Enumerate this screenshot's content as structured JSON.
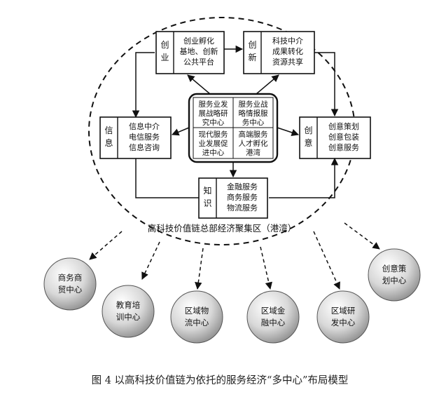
{
  "boxes": {
    "chuangye": {
      "tag": [
        "创",
        "业"
      ],
      "lines": [
        "创业孵化",
        "基地、创新",
        "公共平台"
      ]
    },
    "chuangxin": {
      "tag": [
        "创",
        "新"
      ],
      "lines": [
        "科技中介",
        "成果转化",
        "资源共享"
      ]
    },
    "xinxi": {
      "tag": [
        "信",
        "息"
      ],
      "lines": [
        "信息中介",
        "电信服务",
        "信息咨询"
      ]
    },
    "chuangyi": {
      "tag": [
        "创",
        "意"
      ],
      "lines": [
        "创意策划",
        "创意包装",
        "创意服务"
      ]
    },
    "zhishi": {
      "tag": [
        "知",
        "识"
      ],
      "lines": [
        "金融服务",
        "商务服务",
        "物流服务"
      ]
    }
  },
  "center_grid": {
    "cells": [
      [
        "服务业发",
        "展战略研",
        "究中心"
      ],
      [
        "服务业战",
        "略情报服",
        "务中心"
      ],
      [
        "现代服务",
        "业发展促",
        "进中心"
      ],
      [
        "高端服务",
        "人才孵化",
        "港湾"
      ]
    ]
  },
  "zone_label": "高科技价值链总部经济聚集区（港湾）",
  "centers": [
    [
      "商务商",
      "贸中心"
    ],
    [
      "教育培",
      "训中心"
    ],
    [
      "区域物",
      "流中心"
    ],
    [
      "区域金",
      "融中心"
    ],
    [
      "区域研",
      "发中心"
    ],
    [
      "创意策",
      "划中心"
    ]
  ],
  "caption": "图 4  以高科技价值链为依托的服务经济“多中心”布局模型"
}
